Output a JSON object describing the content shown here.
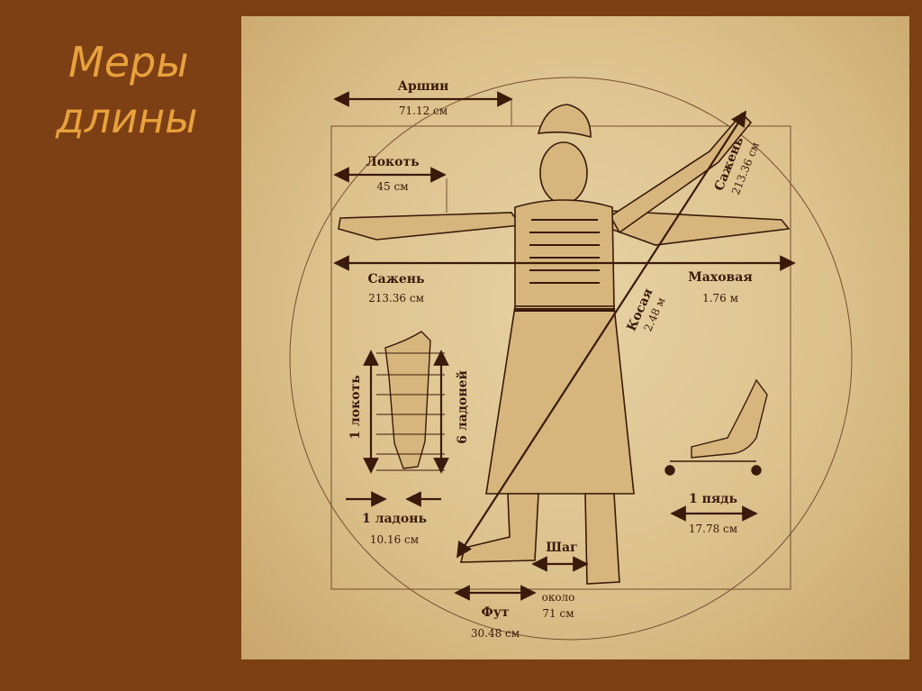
{
  "slide": {
    "title_line1": "Меры",
    "title_line2": "длины"
  },
  "measures": {
    "arshin": {
      "name": "Аршин",
      "value": "71.12 см"
    },
    "lokot": {
      "name": "Локоть",
      "value": "45 см"
    },
    "sazhen": {
      "name": "Сажень",
      "value": "213.36 см"
    },
    "makhovaya": {
      "name": "Маховая",
      "value": "1.76 м"
    },
    "sazhen_diag": {
      "name": "Сажень",
      "value": "213.36 см"
    },
    "kosaya": {
      "name": "Косая",
      "value": "2.48 м"
    },
    "lokot_hand": {
      "name": "1 локоть"
    },
    "ladoney": {
      "name": "6 ладоней"
    },
    "ladon": {
      "name": "1 ладонь",
      "value": "10.16 см"
    },
    "shag": {
      "name": "Шаг",
      "value_line1": "около",
      "value_line2": "71 см"
    },
    "fut": {
      "name": "Фут",
      "value": "30.48 см"
    },
    "pyad": {
      "name": "1 пядь",
      "value": "17.78 см"
    }
  },
  "colors": {
    "background": "#7d3f14",
    "title": "#e8a13c",
    "ink": "#3a1a0a",
    "parchment": "#e2c996"
  }
}
